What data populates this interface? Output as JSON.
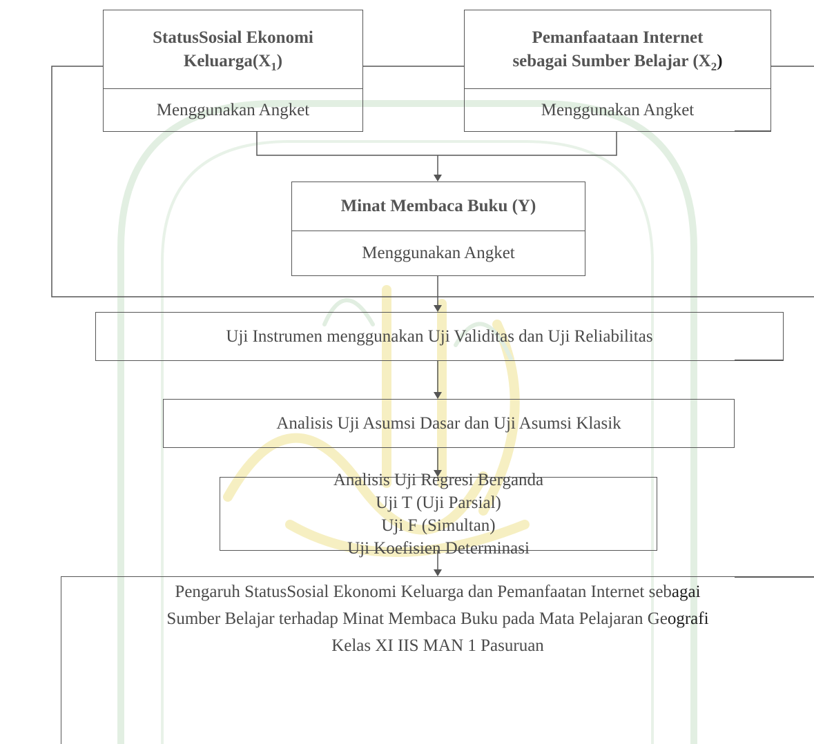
{
  "x1": {
    "title_line1": "StatusSosial Ekonomi",
    "title_line2_prefix": "Keluarga(X",
    "title_sub": "1",
    "title_suffix": ")",
    "method": "Menggunakan Angket"
  },
  "x2": {
    "title_line1": "Pemanfaataan Internet",
    "title_line2_prefix": "sebagai Sumber Belajar (X",
    "title_sub": "2",
    "title_suffix": ")",
    "method": "Menggunakan Angket"
  },
  "y": {
    "title": "Minat Membaca Buku (Y)",
    "method": "Menggunakan Angket"
  },
  "steps": {
    "instrument": "Uji Instrumen menggunakan Uji Validitas dan Uji Reliabilitas",
    "assumption": "Analisis Uji Asumsi Dasar dan Uji Asumsi Klasik",
    "analysis": [
      "Analisis Uji Regresi Berganda",
      "Uji T (Uji Parsial)",
      "Uji F (Simultan)",
      "Uji Koefisien Determinasi"
    ]
  },
  "result": {
    "line1_a": "Pengaruh StatusSosial Ekonomi Keluarga dan Pemanfaatan Internet seb",
    "line1_b": "agai",
    "line2_a": "Sumber Belajar terhadap Minat Membaca Buku pada Mata Pelajaran Ge",
    "line2_b": "ografi",
    "line3": "Kelas XI IIS MAN 1 Pasuruan"
  },
  "colors": {
    "line": "#555555",
    "text": "#4a4a4a",
    "watermark_green": "#d9ecd9",
    "watermark_yellow": "#f6efc2"
  }
}
